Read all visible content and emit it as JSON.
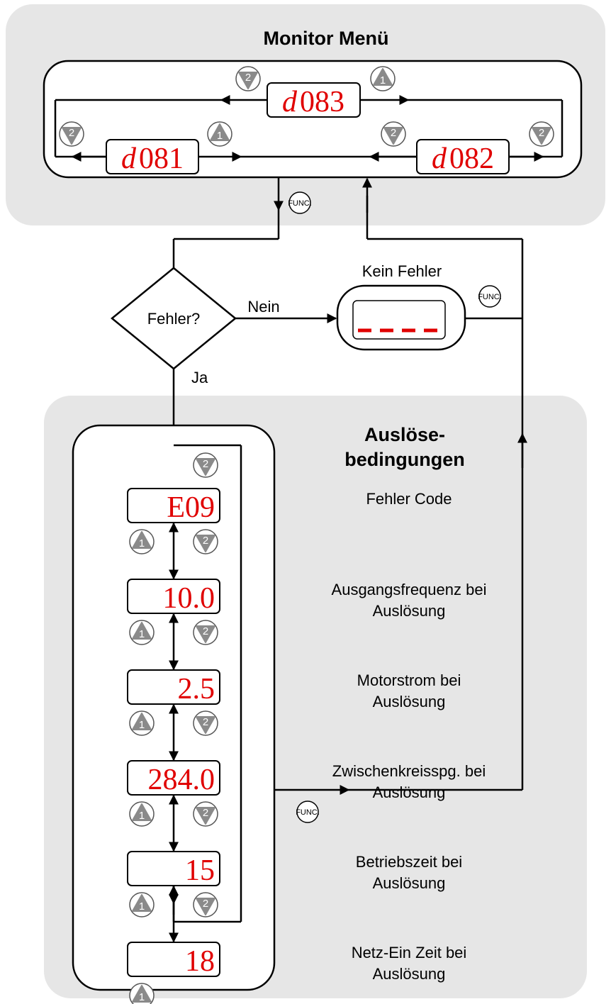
{
  "monitor_menu": {
    "title": "Monitor Menü",
    "displays": {
      "d083": "083",
      "d081": "081",
      "d082": "082",
      "prefix": "d"
    }
  },
  "decision": {
    "question": "Fehler?",
    "no_label": "Nein",
    "yes_label": "Ja"
  },
  "no_fault": {
    "title": "Kein Fehler",
    "display": "----"
  },
  "trip": {
    "title_line1": "Auslöse-",
    "title_line2": "bedingungen",
    "items": [
      {
        "display": "E09",
        "line1": "Fehler Code",
        "line2": ""
      },
      {
        "display": "10.0",
        "line1": "Ausgangsfrequenz bei",
        "line2": "Auslösung"
      },
      {
        "display": "2.5",
        "line1": "Motorstrom bei",
        "line2": "Auslösung"
      },
      {
        "display": "284.0",
        "line1": "Zwischenkreisspg. bei",
        "line2": "Auslösung"
      },
      {
        "display": "15",
        "line1": "Betriebszeit bei",
        "line2": "Auslösung"
      },
      {
        "display": "18",
        "line1": "Netz-Ein Zeit bei",
        "line2": "Auslösung"
      }
    ]
  },
  "keys": {
    "func": "FUNC.",
    "up": "1",
    "down": "2"
  },
  "colors": {
    "panel": "#e6e6e6",
    "lcd_red": "#e00000",
    "key_grey": "#8a8a8a"
  }
}
